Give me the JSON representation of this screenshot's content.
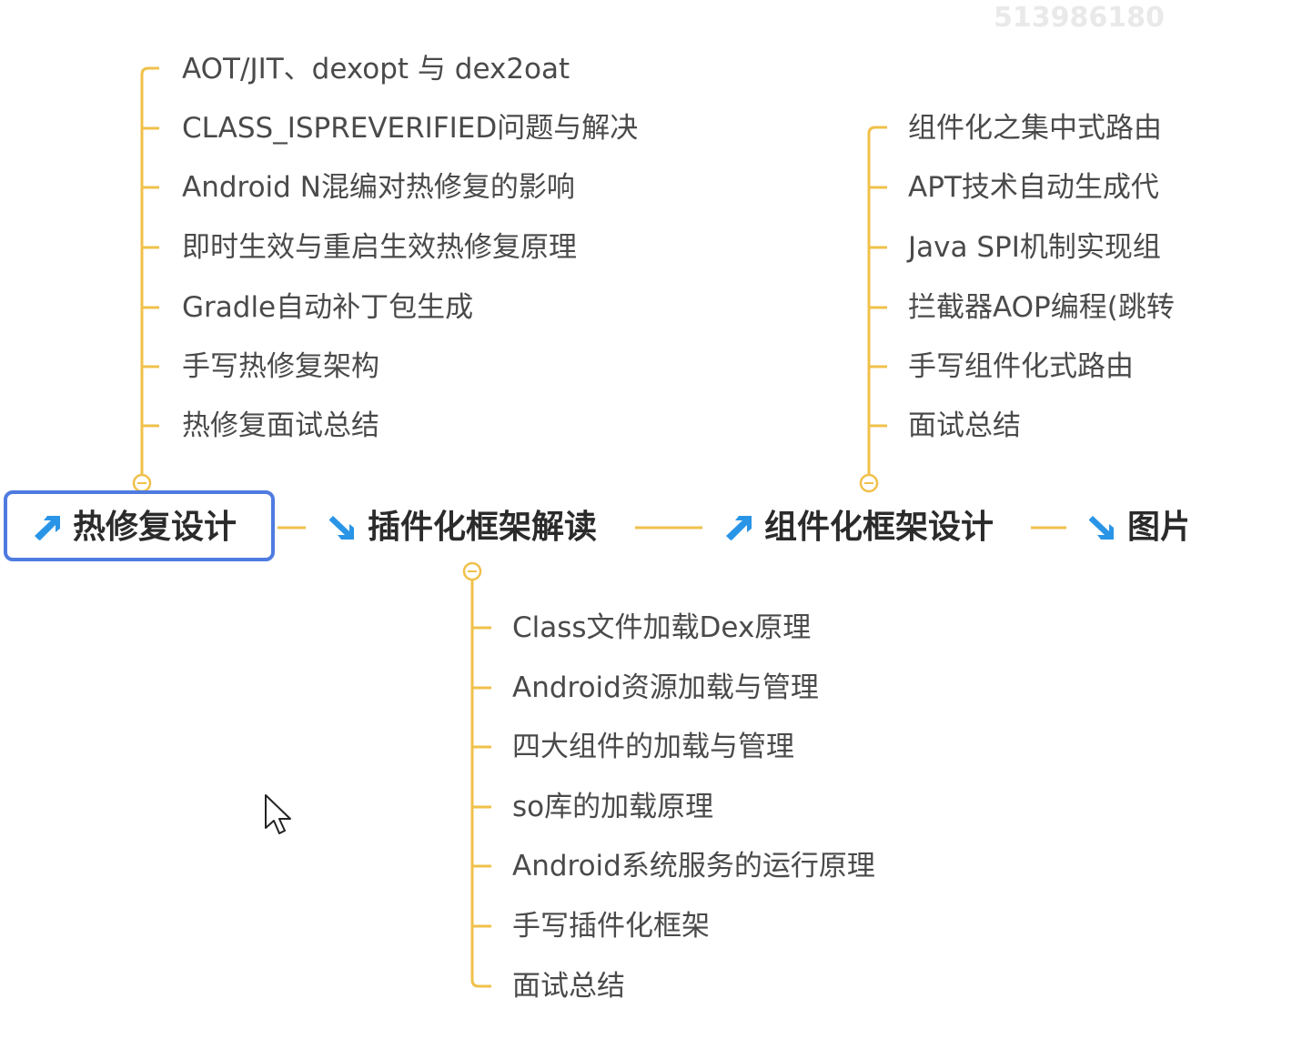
{
  "watermark": "513986180",
  "colors": {
    "branch": "#f0c04a",
    "selection": "#4f7be0",
    "arrow": "#2a95e6"
  },
  "topics": [
    {
      "label": "热修复设计",
      "icon": "arrow-up-right-icon"
    },
    {
      "label": "插件化框架解读",
      "icon": "arrow-down-right-icon"
    },
    {
      "label": "组件化框架设计",
      "icon": "arrow-up-right-icon"
    },
    {
      "label": "图片",
      "icon": "arrow-down-right-icon"
    }
  ],
  "hotfix_items": [
    "AOT/JIT、dexopt 与 dex2oat",
    "CLASS_ISPREVERIFIED问题与解决",
    "Android N混编对热修复的影响",
    "即时生效与重启生效热修复原理",
    "Gradle自动补丁包生成",
    "手写热修复架构",
    "热修复面试总结"
  ],
  "plugin_items": [
    "Class文件加载Dex原理",
    "Android资源加载与管理",
    "四大组件的加载与管理",
    "so库的加载原理",
    "Android系统服务的运行原理",
    "手写插件化框架",
    "面试总结"
  ],
  "component_items": [
    "组件化之集中式路由",
    "APT技术自动生成代",
    "Java SPI机制实现组",
    "拦截器AOP编程(跳转",
    "手写组件化式路由",
    "面试总结"
  ]
}
